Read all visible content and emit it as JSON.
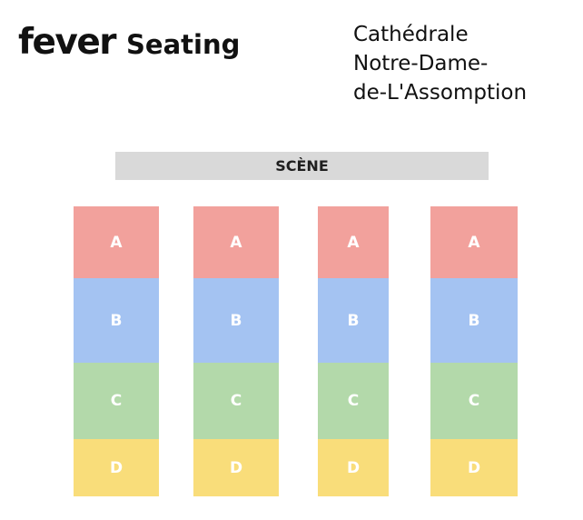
{
  "header": {
    "logo_text": "fever",
    "title": "Seating"
  },
  "venue": {
    "lines": [
      "Cathédrale",
      "Notre-Dame-",
      "de-L'Assomption"
    ]
  },
  "stage": {
    "label": "SCÈNE",
    "color": "#d9d9d9"
  },
  "zones": [
    {
      "label": "A",
      "color": "#f2a19c"
    },
    {
      "label": "B",
      "color": "#a4c3f2"
    },
    {
      "label": "C",
      "color": "#b3d9aa"
    },
    {
      "label": "D",
      "color": "#f9dd7a"
    }
  ],
  "block_count": 4
}
